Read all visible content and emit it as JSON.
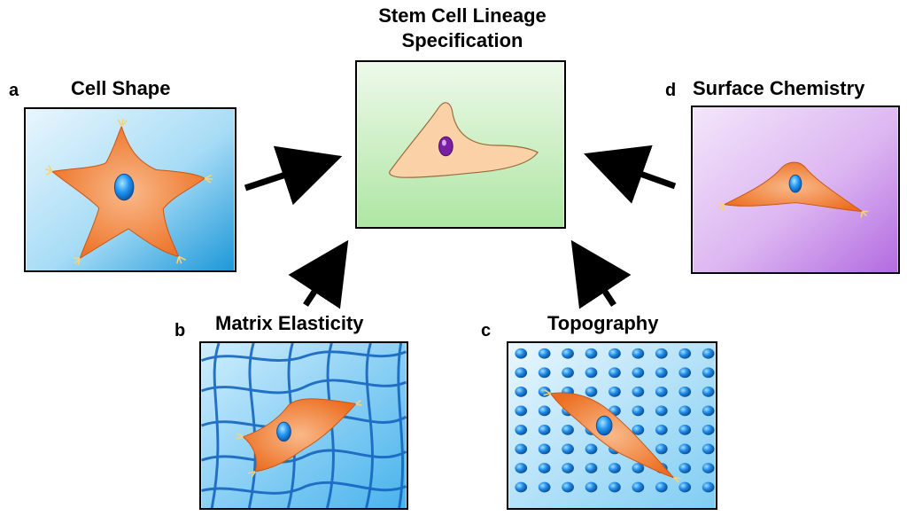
{
  "title": {
    "line1": "Stem Cell Lineage",
    "line2": "Specification"
  },
  "panels": {
    "a": {
      "letter": "a",
      "label": "Cell Shape"
    },
    "b": {
      "letter": "b",
      "label": "Matrix Elasticity"
    },
    "c": {
      "letter": "c",
      "label": "Topography"
    },
    "d": {
      "letter": "d",
      "label": "Surface Chemistry"
    }
  },
  "colors": {
    "cell_fill": "#f07d2c",
    "nucleus": "#1e88e5",
    "center_cell_fill": "#fbd2a8",
    "center_nucleus": "#7b1fa2",
    "center_bg": "#c8efc2",
    "blue_bg": "#6cc3ee",
    "purple_bg": "#c68ae8",
    "arrow": "#000000"
  }
}
